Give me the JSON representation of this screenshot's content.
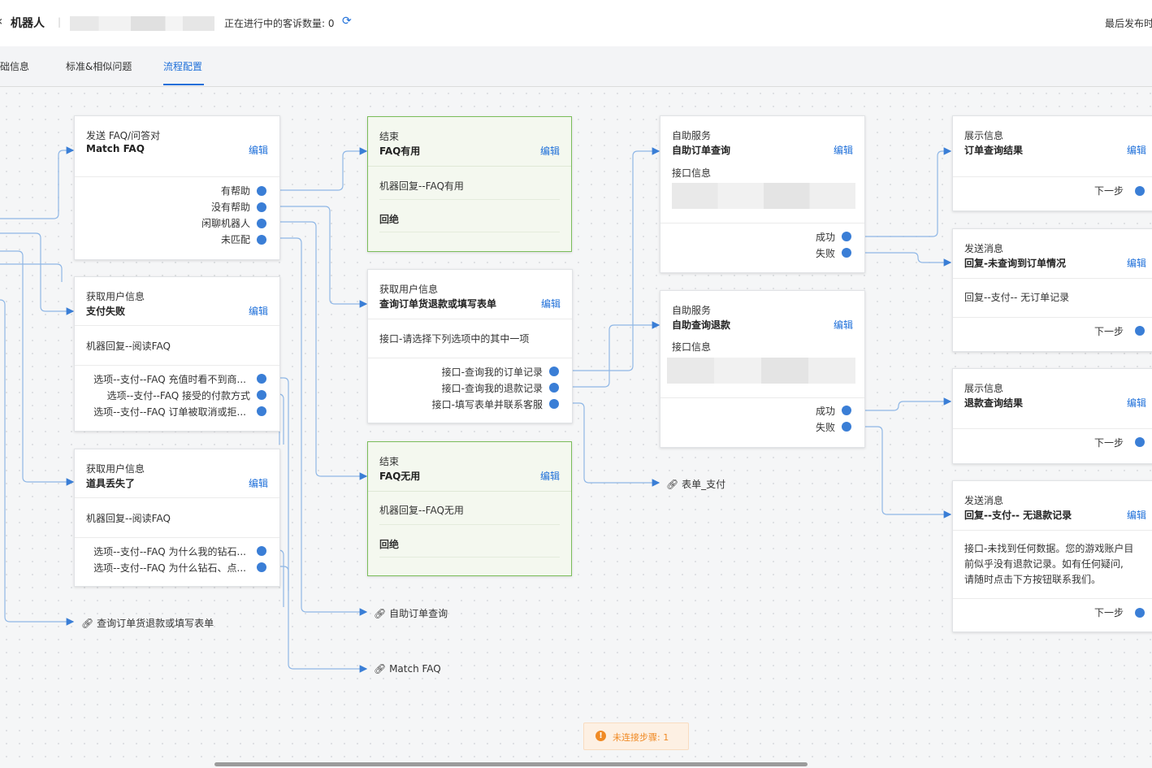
{
  "header": {
    "back_glyph": "‹",
    "title": "机器人",
    "separator": "|",
    "complaint_label": "正在进行中的客诉数量: 0",
    "last_published": "最后发布时"
  },
  "tabs": [
    {
      "label": "基础信息",
      "active": false
    },
    {
      "label": "标准&相似问题",
      "active": false
    },
    {
      "label": "流程配置",
      "active": true
    }
  ],
  "colors": {
    "accent": "#1e6fd9",
    "port": "#3a7ed6",
    "end_border": "#7bbd5a",
    "warning": "#f08a24"
  },
  "nodes": {
    "match_faq": {
      "type": "发送 FAQ/问答对",
      "name": "Match FAQ",
      "edit": "编辑",
      "outputs": [
        "有帮助",
        "没有帮助",
        "闲聊机器人",
        "未匹配"
      ]
    },
    "pay_fail": {
      "type": "获取用户信息",
      "name": "支付失败",
      "edit": "编辑",
      "body": "机器回复--阅读FAQ",
      "outputs": [
        "选项--支付--FAQ 充值时看不到商...",
        "选项--支付--FAQ 接受的付款方式",
        "选项--支付--FAQ 订单被取消或拒..."
      ]
    },
    "item_lost": {
      "type": "获取用户信息",
      "name": "道具丢失了",
      "edit": "编辑",
      "body": "机器回复--阅读FAQ",
      "outputs": [
        "选项--支付--FAQ 为什么我的钻石...",
        "选项--支付--FAQ 为什么钻石、点..."
      ]
    },
    "end_useful": {
      "type": "结束",
      "name": "FAQ有用",
      "edit": "编辑",
      "body": "机器回复--FAQ有用",
      "footer": "回绝"
    },
    "query_order": {
      "type": "获取用户信息",
      "name": "查询订单货退款或填写表单",
      "edit": "编辑",
      "body": "接口-请选择下列选项中的其中一项",
      "outputs": [
        "接口-查询我的订单记录",
        "接口-查询我的退款记录",
        "接口-填写表单并联系客服"
      ]
    },
    "end_useless": {
      "type": "结束",
      "name": "FAQ无用",
      "edit": "编辑",
      "body": "机器回复--FAQ无用",
      "footer": "回绝"
    },
    "self_order": {
      "type": "自助服务",
      "name": "自助订单查询",
      "edit": "编辑",
      "label": "接口信息",
      "outputs": [
        "成功",
        "失败"
      ]
    },
    "self_refund": {
      "type": "自助服务",
      "name": "自助查询退款",
      "edit": "编辑",
      "label": "接口信息",
      "outputs": [
        "成功",
        "失败"
      ]
    },
    "show_order": {
      "type": "展示信息",
      "name": "订单查询结果",
      "edit": "编辑",
      "next": "下一步"
    },
    "msg_no_order": {
      "type": "发送消息",
      "name": "回复-未查询到订单情况",
      "edit": "编辑",
      "body": "回复--支付-- 无订单记录",
      "next": "下一步"
    },
    "show_refund": {
      "type": "展示信息",
      "name": "退款查询结果",
      "edit": "编辑",
      "next": "下一步"
    },
    "msg_no_refund": {
      "type": "发送消息",
      "name": "回复--支付-- 无退款记录",
      "edit": "编辑",
      "body_lines": [
        "接口-未找到任何数据。您的游戏账户目",
        "前似乎没有退款记录。如有任何疑问,",
        "请随时点击下方按钮联系我们。"
      ],
      "next": "下一步"
    }
  },
  "links": {
    "query_order": "查询订单货退款或填写表单",
    "self_order": "自助订单查询",
    "match_faq": "Match FAQ",
    "form_pay": "表单_支付"
  },
  "warning": {
    "icon": "!",
    "text": "未连接步骤: 1"
  }
}
